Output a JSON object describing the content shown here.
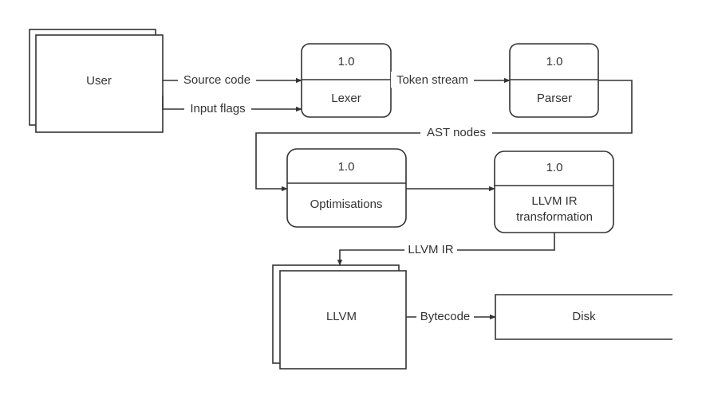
{
  "entities": {
    "user": "User",
    "llvm": "LLVM"
  },
  "processes": {
    "lexer": {
      "id": "1.0",
      "name": "Lexer"
    },
    "parser": {
      "id": "1.0",
      "name": "Parser"
    },
    "optimisations": {
      "id": "1.0",
      "name": "Optimisations"
    },
    "ir_transformation": {
      "id": "1.0",
      "name_line1": "LLVM IR",
      "name_line2": "transformation"
    }
  },
  "store": {
    "name": "Disk"
  },
  "flows": {
    "source_code": "Source code",
    "input_flags": "Input flags",
    "token_stream": "Token stream",
    "ast_nodes": "AST nodes",
    "llvm_ir": "LLVM IR",
    "bytecode": "Bytecode"
  },
  "colors": {
    "stroke": "#333333",
    "background": "#ffffff"
  }
}
